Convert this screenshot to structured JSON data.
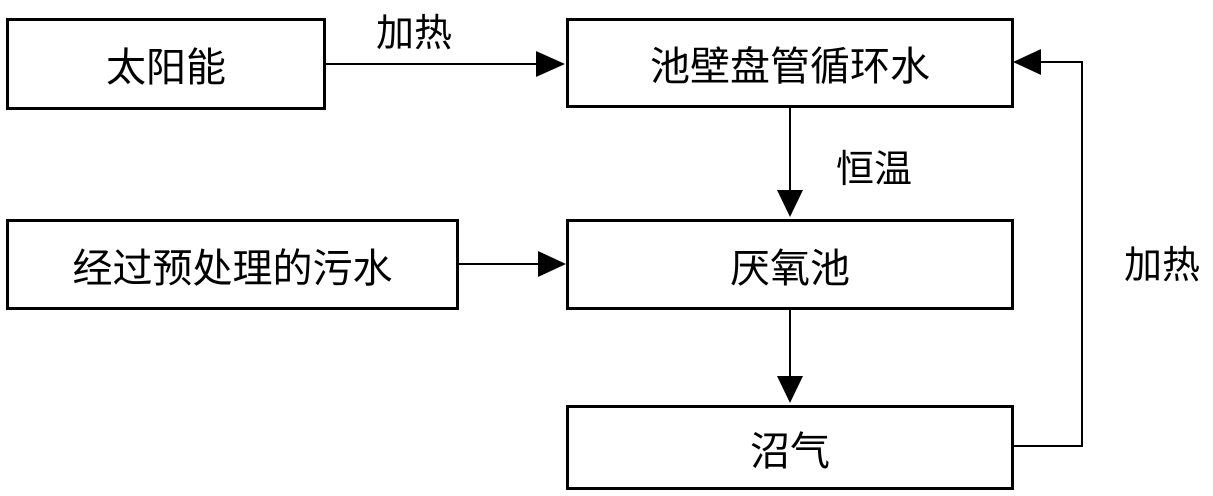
{
  "nodes": {
    "solar": "太阳能",
    "coil_water": "池壁盘管循环水",
    "pretreated_sewage": "经过预处理的污水",
    "anaerobic_tank": "厌氧池",
    "biogas": "沼气"
  },
  "edge_labels": {
    "solar_to_coil": "加热",
    "coil_to_tank": "恒温",
    "biogas_to_coil": "加热"
  },
  "colors": {
    "line": "#000000",
    "background": "#ffffff"
  }
}
